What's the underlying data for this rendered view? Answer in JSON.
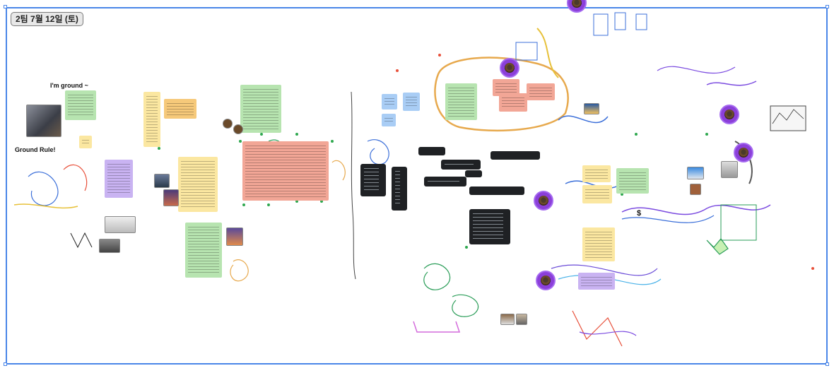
{
  "board": {
    "date_label": "2팀 7월 12일 (토)",
    "headings": {
      "im_ground": "I'm ground ~",
      "ground_rule": "Ground Rule!"
    },
    "dollar_glyph": "$",
    "frame_color": "#4a86e8"
  },
  "colors": {
    "green_note": "#b7e4b0",
    "yellow_note": "#fbe7a1",
    "purple_note": "#c9b3f2",
    "red_note": "#f2a696",
    "blue_note": "#a9cdf5",
    "dark_card": "#1f2124",
    "avatar_ring": "#8b3fd9"
  },
  "icons": [
    "dollar-icon",
    "avatar-icon",
    "sticky-note-icon",
    "drawing-icon"
  ]
}
